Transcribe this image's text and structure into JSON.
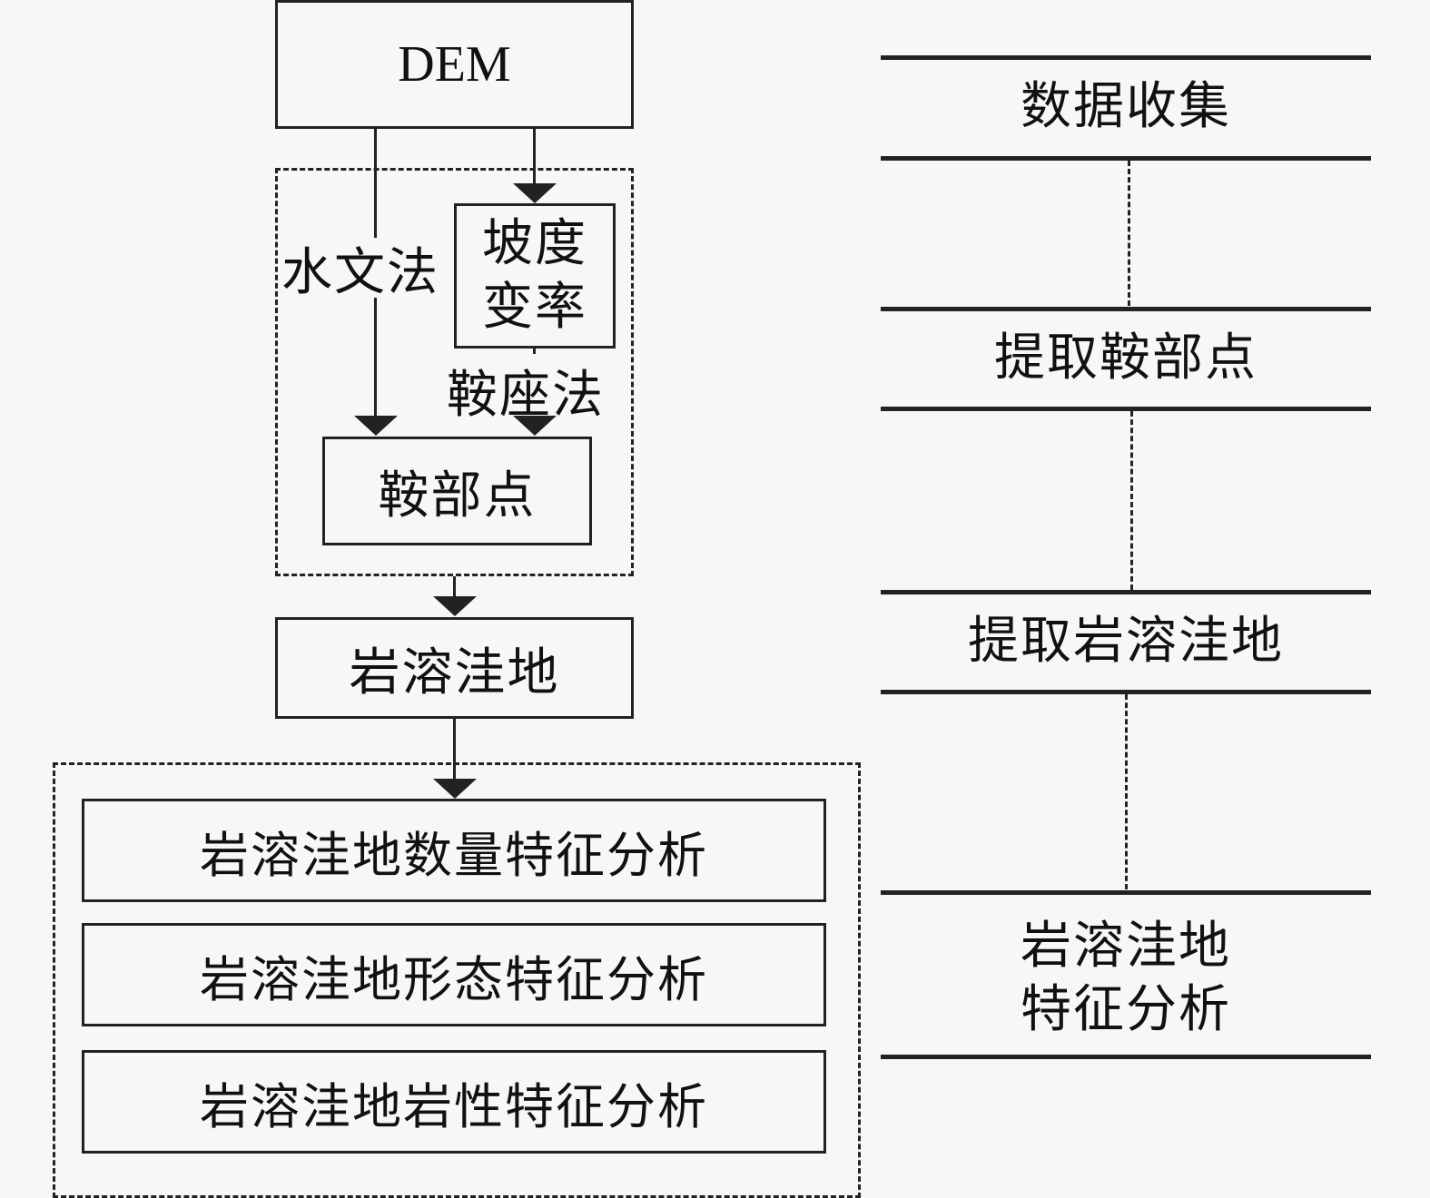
{
  "flow": {
    "dem": "DEM",
    "method_hydrology": "水文法",
    "slope_box": [
      "坡度",
      "变率"
    ],
    "method_saddle": "鞍座法",
    "saddle_points": "鞍部点",
    "karst_depression": "岩溶洼地",
    "analysis": [
      "岩溶洼地数量特征分析",
      "岩溶洼地形态特征分析",
      "岩溶洼地岩性特征分析"
    ]
  },
  "stages": [
    {
      "label": "数据收集"
    },
    {
      "label": "提取鞍部点"
    },
    {
      "label": "提取岩溶洼地"
    },
    {
      "label_lines": [
        "岩溶洼地",
        "特征分析"
      ]
    }
  ],
  "colors": {
    "line": "#222222",
    "background": "#f7f7f7"
  }
}
